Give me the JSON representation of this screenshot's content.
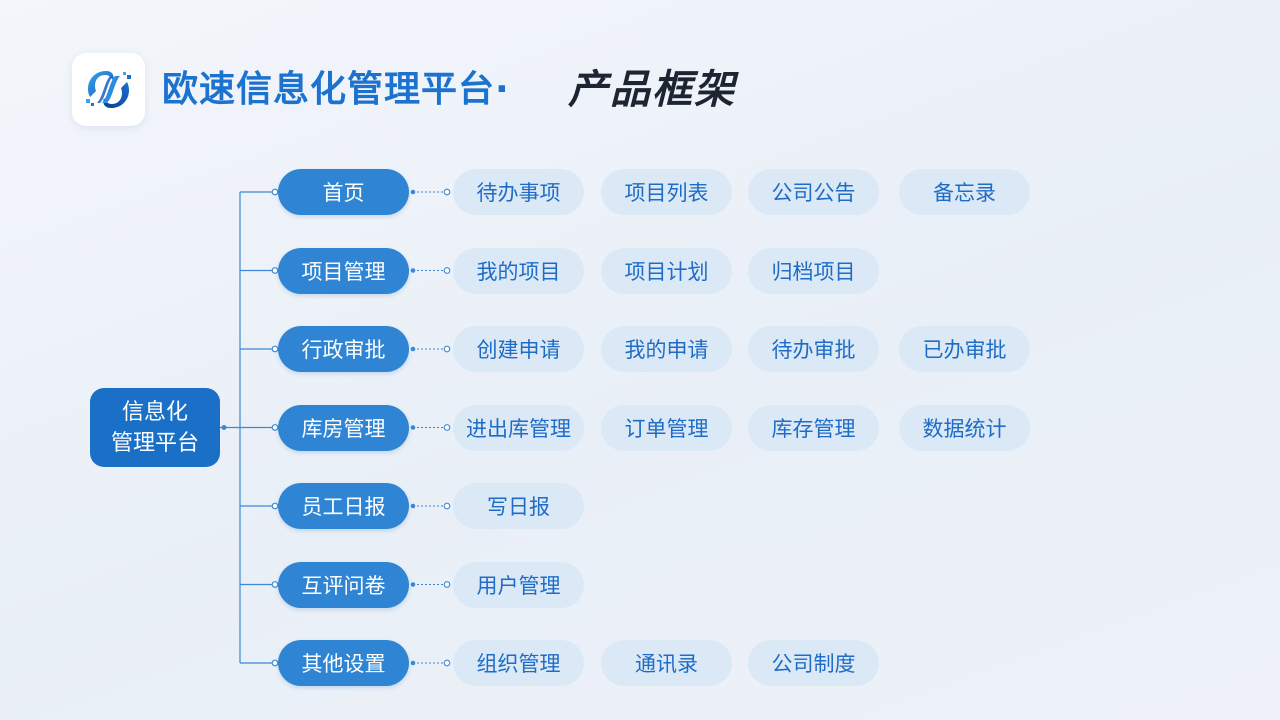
{
  "header": {
    "title": "欧速信息化管理平台",
    "separator": "·",
    "subtitle": "产品框架",
    "logo_icon": "intertwined-s-logo-icon"
  },
  "colors": {
    "accent": "#1c73cf",
    "root_fill": "#1a6fc6",
    "category_fill": "#2f85d3",
    "leaf_fill": "#dbe9f7",
    "leaf_text": "#1f6cc7",
    "connector": "#3d87d6"
  },
  "root": {
    "line1": "信息化",
    "line2": "管理平台"
  },
  "categories": [
    {
      "label": "首页",
      "items": [
        "待办事项",
        "项目列表",
        "公司公告",
        "备忘录"
      ]
    },
    {
      "label": "项目管理",
      "items": [
        "我的项目",
        "项目计划",
        "归档项目"
      ]
    },
    {
      "label": "行政审批",
      "items": [
        "创建申请",
        "我的申请",
        "待办审批",
        "已办审批"
      ]
    },
    {
      "label": "库房管理",
      "items": [
        "进出库管理",
        "订单管理",
        "库存管理",
        "数据统计"
      ]
    },
    {
      "label": "员工日报",
      "items": [
        "写日报"
      ]
    },
    {
      "label": "互评问卷",
      "items": [
        "用户管理"
      ]
    },
    {
      "label": "其他设置",
      "items": [
        "组织管理",
        "通讯录",
        "公司制度"
      ]
    }
  ]
}
